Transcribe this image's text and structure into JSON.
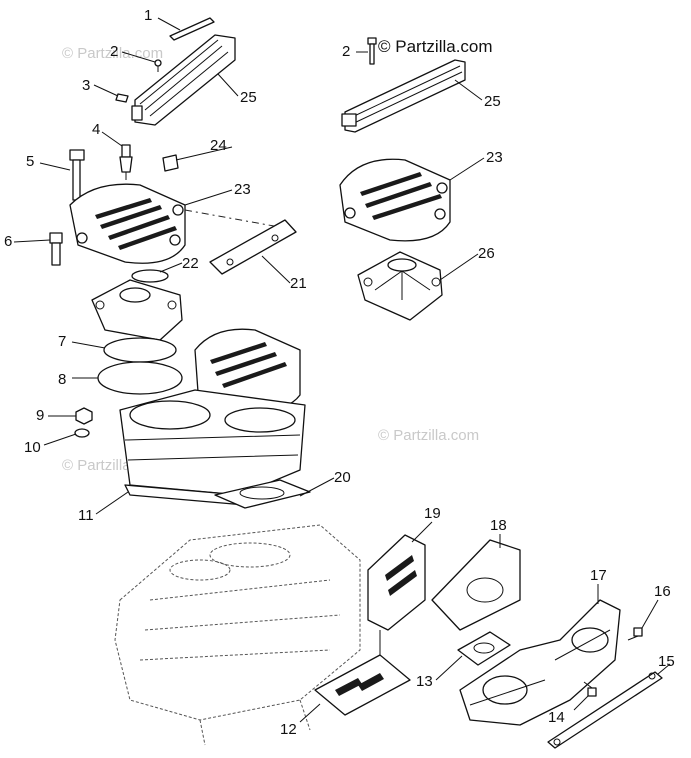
{
  "watermarks": {
    "top_right": "© Partzilla.com",
    "top_left": "© Partzilla.com",
    "mid_left": "© Partzilla.com",
    "mid_right": "© Partzilla.com"
  },
  "callouts": {
    "c1": "1",
    "c2a": "2",
    "c2b": "2",
    "c3": "3",
    "c4": "4",
    "c5": "5",
    "c6": "6",
    "c7": "7",
    "c8": "8",
    "c9": "9",
    "c10": "10",
    "c11": "11",
    "c12": "12",
    "c13": "13",
    "c14": "14",
    "c15": "15",
    "c16": "16",
    "c17": "17",
    "c18": "18",
    "c19": "19",
    "c20": "20",
    "c21": "21",
    "c22": "22",
    "c23a": "23",
    "c23b": "23",
    "c24": "24",
    "c25a": "25",
    "c25b": "25",
    "c26": "26"
  }
}
